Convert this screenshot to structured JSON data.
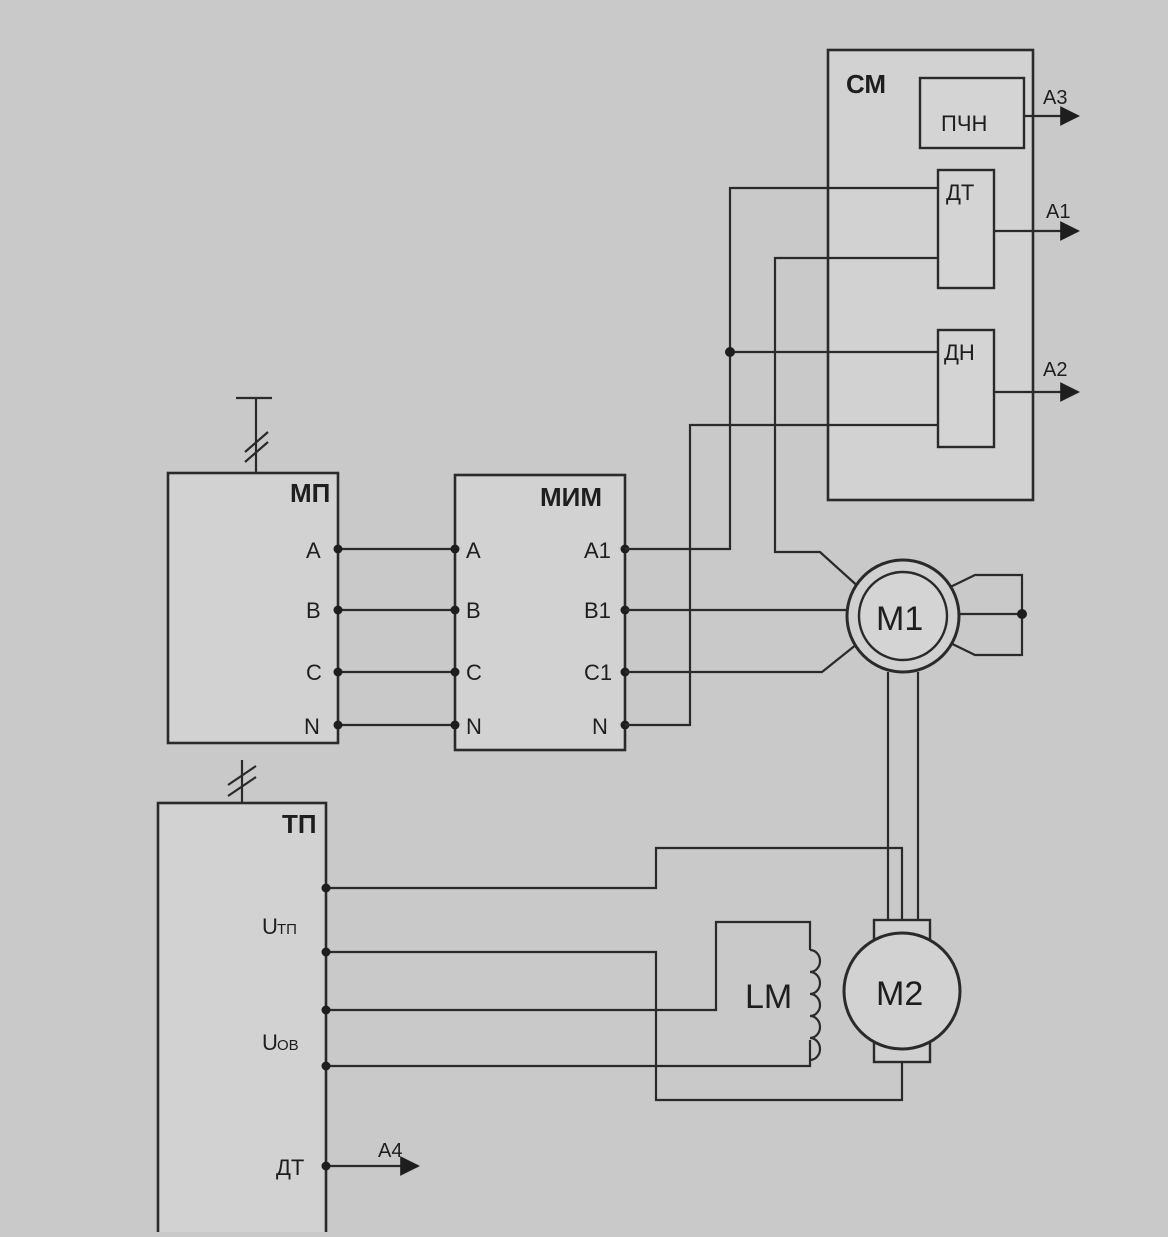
{
  "blocks": {
    "cm": {
      "title": "СМ"
    },
    "pchn": {
      "title": "ПЧН"
    },
    "dt_sensor": {
      "title": "ДТ"
    },
    "dn_sensor": {
      "title": "ДН"
    },
    "mp": {
      "title": "МП",
      "ports": [
        "A",
        "B",
        "C",
        "N"
      ]
    },
    "mim": {
      "title": "МИМ",
      "in_ports": [
        "A",
        "B",
        "C",
        "N"
      ],
      "out_ports": [
        "A1",
        "B1",
        "C1",
        "N"
      ]
    },
    "tp": {
      "title": "ТП",
      "label_utp_main": "U",
      "label_utp_sub": "ТП",
      "label_uob_main": "U",
      "label_uob_sub": "ОВ",
      "label_dt": "ДТ"
    }
  },
  "machines": {
    "m1": "M1",
    "m2": "M2",
    "lm": "LM"
  },
  "outputs": {
    "a1": "A1",
    "a2": "A2",
    "a3": "A3",
    "a4": "A4"
  }
}
